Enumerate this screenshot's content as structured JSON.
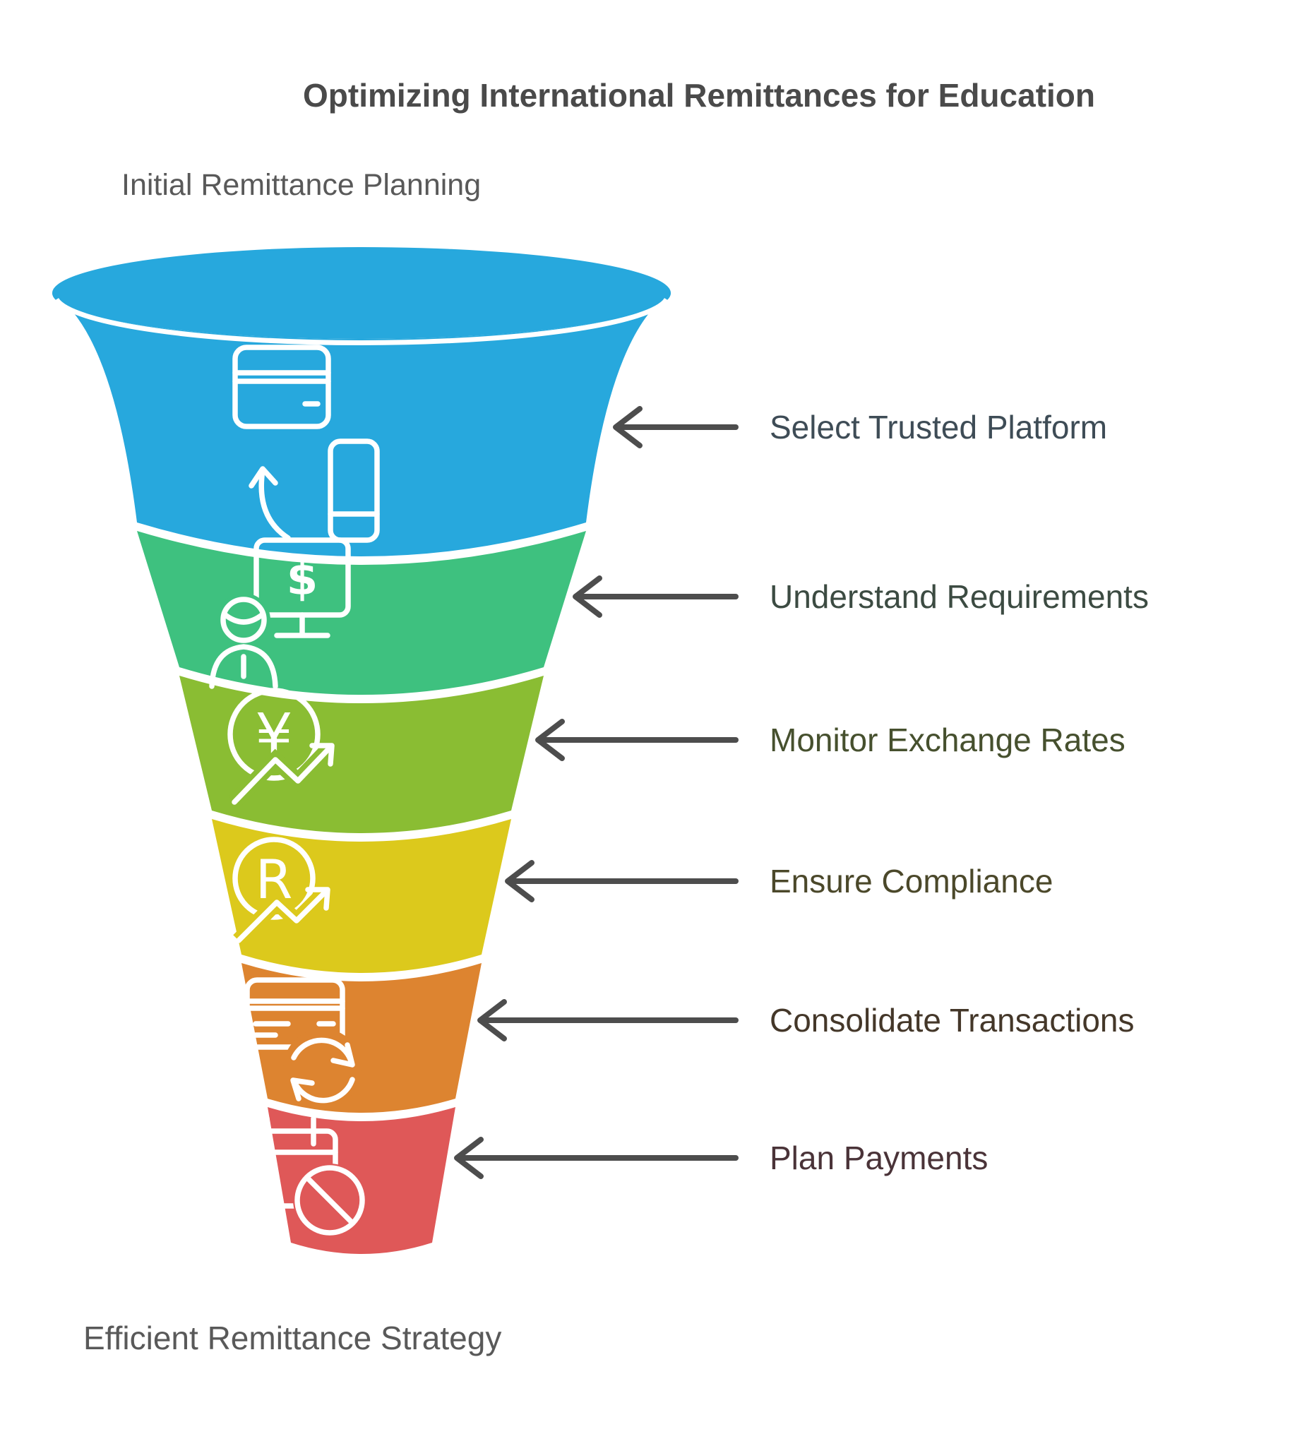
{
  "title": {
    "text": "Optimizing International Remittances for Education",
    "color": "#4A4A4A"
  },
  "funnel": {
    "top_label": {
      "text": "Initial Remittance Planning",
      "color": "#595959"
    },
    "bottom_label": {
      "text": "Efficient Remittance Strategy",
      "color": "#595959"
    },
    "arrow_color": "#4D4D4D",
    "stages": [
      {
        "label": "Select Trusted Platform",
        "color": "#27A8DD",
        "label_color": "#3E4C56",
        "icon": "card-to-phone-icon"
      },
      {
        "label": "Understand Requirements",
        "color": "#3EC17F",
        "label_color": "#3C4B42",
        "icon": "advisor-dollar-monitor-icon",
        "glyph": "$"
      },
      {
        "label": "Monitor Exchange Rates",
        "color": "#8ABD33",
        "label_color": "#46502E",
        "icon": "yen-trend-icon",
        "glyph": "¥"
      },
      {
        "label": "Ensure Compliance",
        "color": "#DCC91C",
        "label_color": "#4B482A",
        "icon": "rupee-trend-icon",
        "glyph": "R"
      },
      {
        "label": "Consolidate Transactions",
        "color": "#DD8430",
        "label_color": "#443729",
        "icon": "card-sync-icon"
      },
      {
        "label": "Plan Payments",
        "color": "#DF5858",
        "label_color": "#4A3338",
        "icon": "calendar-block-icon"
      }
    ]
  }
}
